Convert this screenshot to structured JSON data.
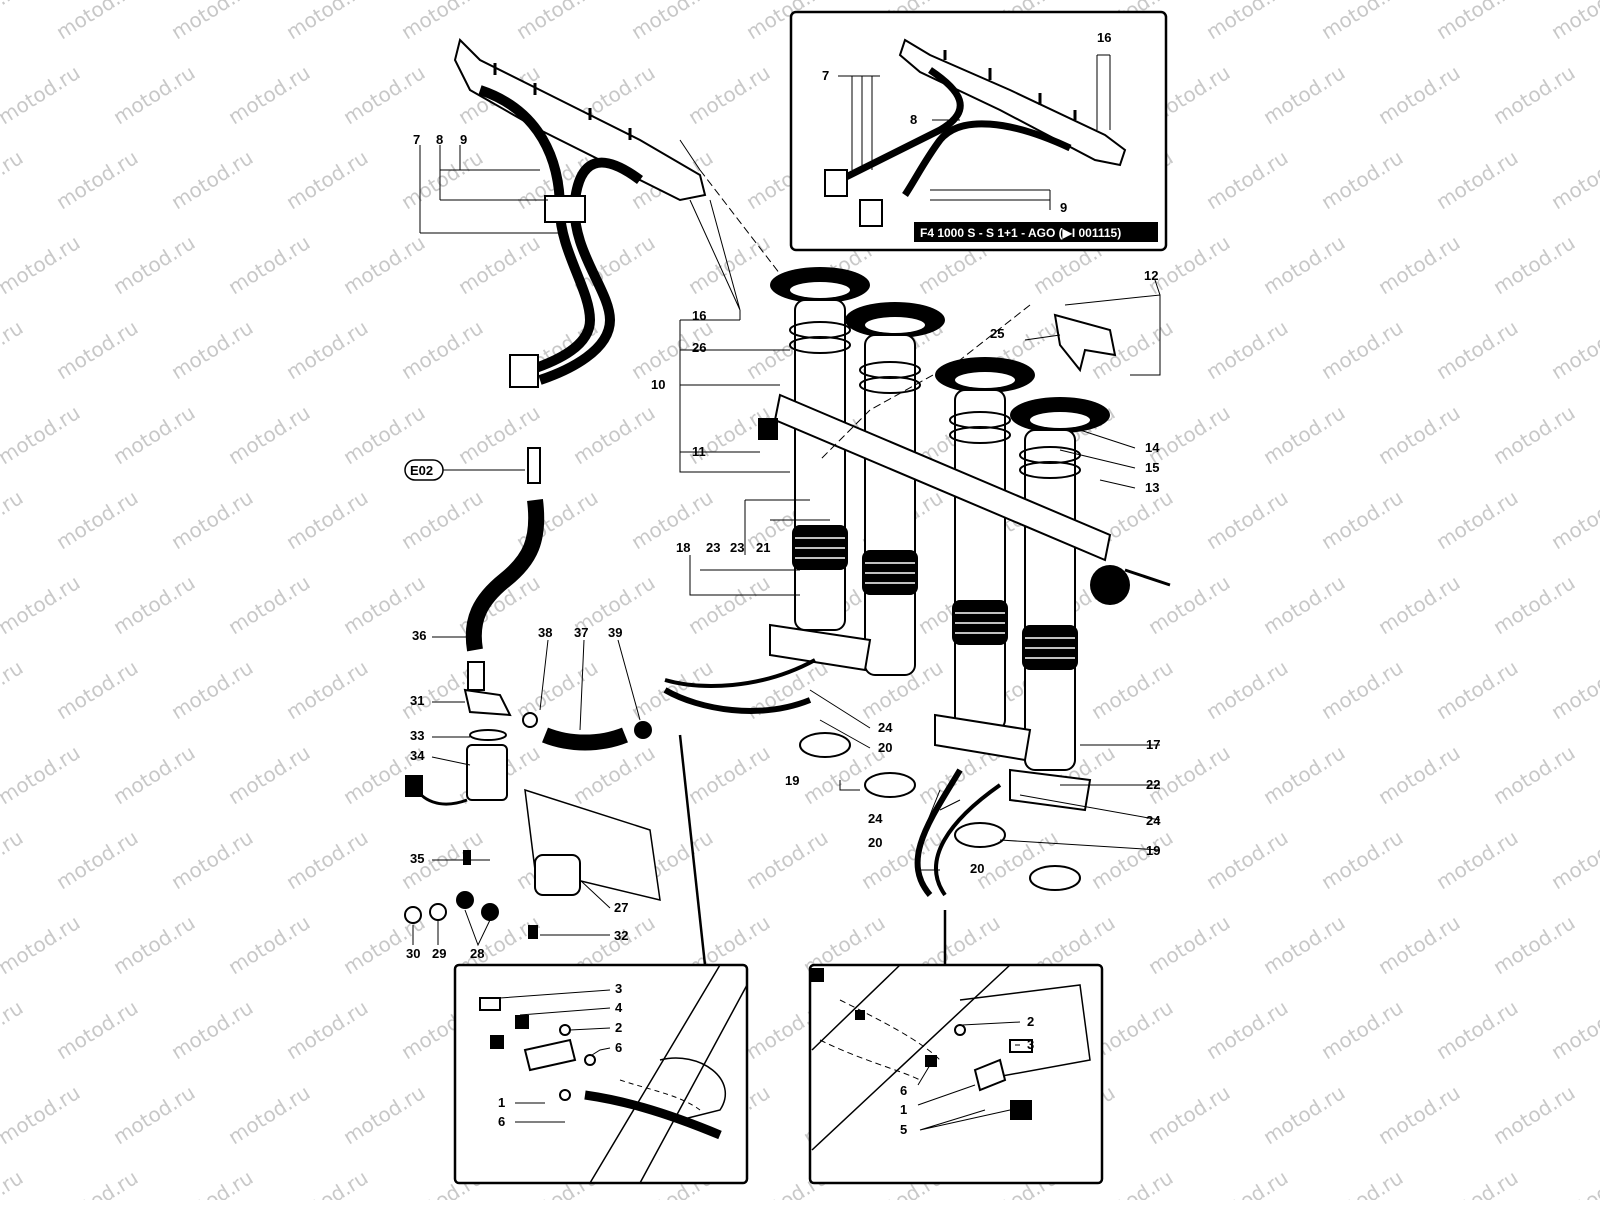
{
  "watermark": "motod.ru",
  "inset_top": {
    "caption": "F4 1000 S - S 1+1 - AGO (▶I 001115)",
    "labels": [
      "7",
      "8",
      "16",
      "9"
    ]
  },
  "main_labels": {
    "l7": "7",
    "l8": "8",
    "l9": "9",
    "l16": "16",
    "l26": "26",
    "l10": "10",
    "l11": "11",
    "l12": "12",
    "l25": "25",
    "l14": "14",
    "l15": "15",
    "l13": "13",
    "l23a": "23",
    "l23b": "23",
    "l21": "21",
    "l18": "18",
    "e02": "E02",
    "l36": "36",
    "l38": "38",
    "l37": "37",
    "l39": "39",
    "l31": "31",
    "l33": "33",
    "l34": "34",
    "l35": "35",
    "l30": "30",
    "l29": "29",
    "l28": "28",
    "l27": "27",
    "l32": "32",
    "l24a": "24",
    "l20a": "20",
    "l19a": "19",
    "l24b": "24",
    "l20b": "20",
    "l17": "17",
    "l22": "22",
    "l24c": "24",
    "l19b": "19",
    "l20c": "20"
  },
  "inset_bottom_left": {
    "labels": [
      "3",
      "4",
      "2",
      "6",
      "1",
      "6"
    ]
  },
  "inset_bottom_right": {
    "labels": [
      "2",
      "3",
      "6",
      "1",
      "5"
    ]
  }
}
